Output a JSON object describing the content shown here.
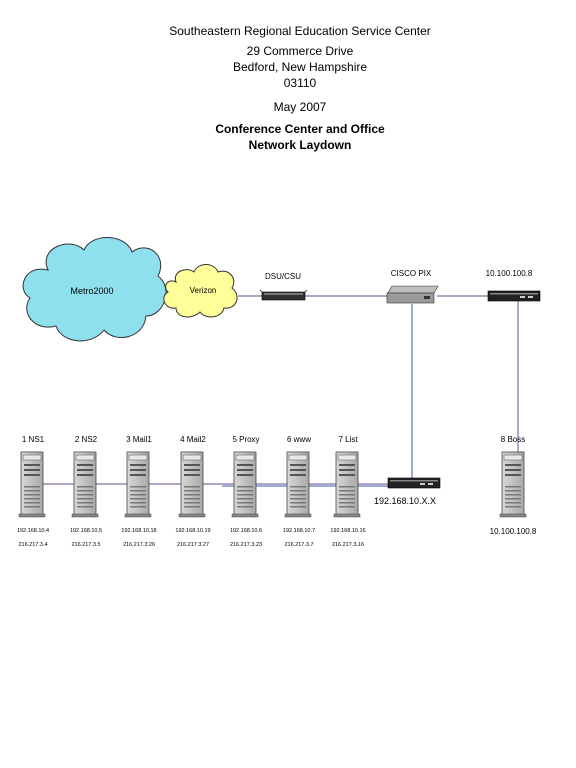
{
  "header": {
    "org": "Southeastern Regional Education Service Center",
    "street": "29 Commerce Drive",
    "city": "Bedford, New Hampshire",
    "zip": "03110",
    "date": "May 2007",
    "title_line1": "Conference Center and Office",
    "title_line2": "Network  Laydown"
  },
  "network": {
    "cloud_metro": "Metro2000",
    "cloud_verizon": "Verizon",
    "dsu": "DSU/CSU",
    "pix": "CISCO PIX",
    "router_ip": "10.100.100.8",
    "switch_subnet": "192.168.10.X.X"
  },
  "servers": [
    {
      "name": "1 NS1",
      "ip_internal": "192.168.10.4",
      "ip_public": "216.217.3.4"
    },
    {
      "name": "2 NS2",
      "ip_internal": "192.168.10.5",
      "ip_public": "216.217.3.5"
    },
    {
      "name": "3 Mail1",
      "ip_internal": "192.168.10.18",
      "ip_public": "216.217.3.26"
    },
    {
      "name": "4 Mail2",
      "ip_internal": "192.168.10.19",
      "ip_public": "216.217.3.27"
    },
    {
      "name": "5 Proxy",
      "ip_internal": "192.168.10.6",
      "ip_public": "216.217.3.23"
    },
    {
      "name": "6 www",
      "ip_internal": "192.168.10.7",
      "ip_public": "216.217.3.7"
    },
    {
      "name": "7 List",
      "ip_internal": "192.168.10.16",
      "ip_public": "216.217.3.16"
    }
  ],
  "boss": {
    "name": "8 Boss",
    "ip": "10.100.100.8"
  }
}
